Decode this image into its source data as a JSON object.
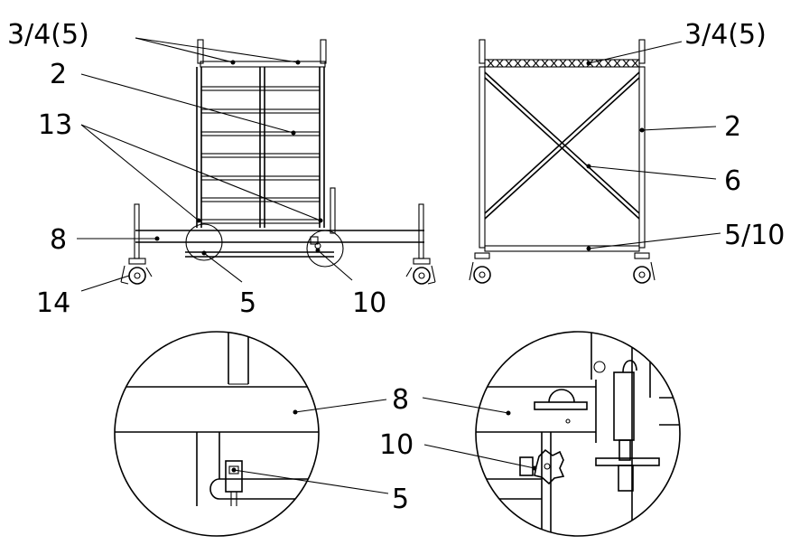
{
  "diagram": {
    "side_view": {
      "labels": {
        "top": "3/4(5)",
        "ladder": "2",
        "brace": "13",
        "outrigger": "8",
        "castor": "14",
        "pin": "5",
        "lock": "10"
      }
    },
    "front_view": {
      "labels": {
        "top": "3/4(5)",
        "upright": "2",
        "diagonal": "6",
        "bottom": "5/10"
      }
    },
    "detail_left": {
      "labels": {
        "outrigger": "8",
        "pin": "5"
      }
    },
    "detail_right": {
      "labels": {
        "outrigger": "8",
        "lock": "10"
      }
    }
  }
}
